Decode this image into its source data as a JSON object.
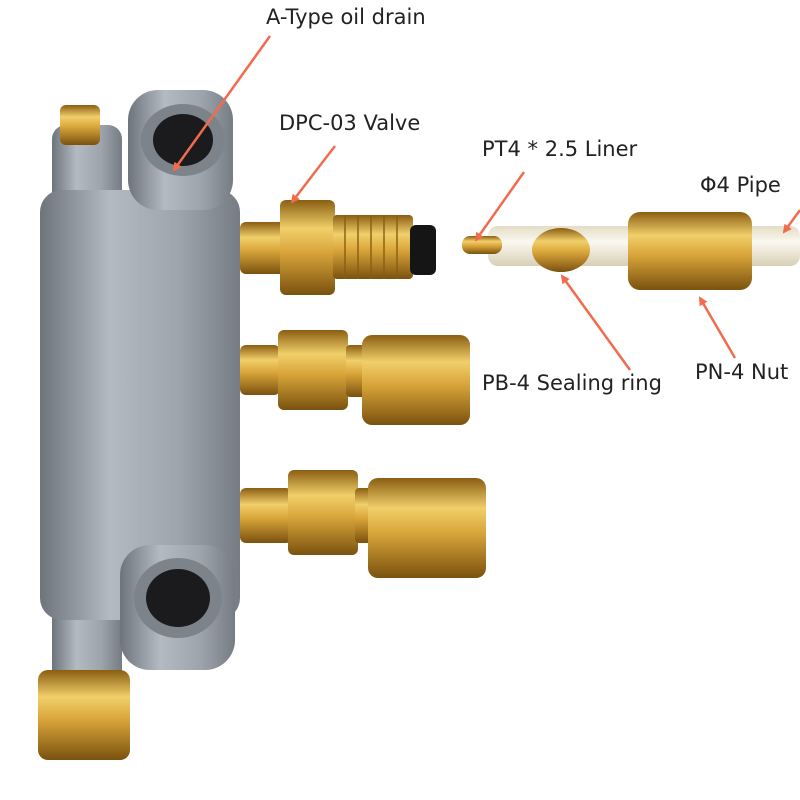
{
  "labels": {
    "oil_drain": "A-Type oil drain",
    "valve": "DPC-03  Valve",
    "liner": "PT4 * 2.5 Liner",
    "pipe": "Φ4 Pipe",
    "sealing_ring": "PB-4 Sealing ring",
    "nut": "PN-4 Nut"
  },
  "colors": {
    "arrow": "#f36b4d",
    "label_text": "#222222",
    "manifold_body": "#9aa0a8",
    "brass": "#d8a83c",
    "tube": "#f1ece0"
  }
}
